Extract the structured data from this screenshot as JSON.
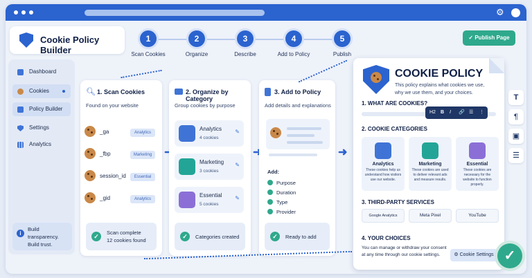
{
  "app": {
    "title": "Cookie Policy Builder"
  },
  "steps": [
    {
      "num": "1",
      "label": "Scan Cookies"
    },
    {
      "num": "2",
      "label": "Organize"
    },
    {
      "num": "3",
      "label": "Describe"
    },
    {
      "num": "4",
      "label": "Add to Policy"
    },
    {
      "num": "5",
      "label": "Publish"
    }
  ],
  "publish_label": "Publish Page",
  "sidebar": {
    "items": [
      {
        "label": "Dashboard"
      },
      {
        "label": "Cookies"
      },
      {
        "label": "Policy Builder"
      },
      {
        "label": "Settings"
      },
      {
        "label": "Analytics"
      }
    ],
    "tip_line1": "Build transparency.",
    "tip_line2": "Build trust."
  },
  "scan": {
    "title": "1. Scan Cookies",
    "subtitle": "Found on your website",
    "cookies": [
      {
        "name": "_ga",
        "tag": "Analytics"
      },
      {
        "name": "_fbp",
        "tag": "Marketing"
      },
      {
        "name": "session_id",
        "tag": "Essential"
      },
      {
        "name": "_gid",
        "tag": "Analytics"
      }
    ],
    "footer_line1": "Scan complete",
    "footer_line2": "12 cookies found"
  },
  "organize": {
    "title": "2. Organize by Category",
    "subtitle": "Group cookies by purpose",
    "categories": [
      {
        "name": "Analytics",
        "count": "4 cookies",
        "color": "#3f74d6"
      },
      {
        "name": "Marketing",
        "count": "3 cookies",
        "color": "#22a596"
      },
      {
        "name": "Essential",
        "count": "5 cookies",
        "color": "#8b6fd6"
      }
    ],
    "footer": "Categories created"
  },
  "add": {
    "title": "3. Add to Policy",
    "subtitle": "Add details and explanations",
    "list_title": "Add:",
    "items": [
      "Purpose",
      "Duration",
      "Type",
      "Provider"
    ],
    "footer": "Ready to add"
  },
  "policy": {
    "title": "COOKIE POLICY",
    "intro": "This policy explains what cookies we use, why we use them, and your choices.",
    "sections": {
      "what": "1. WHAT ARE COOKIES?",
      "categories": "2. COOKIE CATEGORIES",
      "third": "3. THIRD-PARTY SERVICES",
      "choices": "4. YOUR CHOICES"
    },
    "categories": [
      {
        "name": "Analytics",
        "desc": "These cookies help us understand how visitors use our website.",
        "color": "#3f74d6"
      },
      {
        "name": "Marketing",
        "desc": "These cookies are used to deliver relevant ads and measure results.",
        "color": "#22a596"
      },
      {
        "name": "Essential",
        "desc": "These cookies are necessary for the website to function properly.",
        "color": "#8b6fd6"
      }
    ],
    "services": [
      "Google Analytics",
      "Meta Pixel",
      "YouTube"
    ],
    "choices_text": "You can manage or withdraw your consent at any time through our cookie settings.",
    "settings_label": "Cookie Settings"
  },
  "toolbar": [
    "H2",
    "B",
    "I",
    "🔗",
    "☰",
    "⋮"
  ],
  "right_tools": [
    "T",
    "¶",
    "▣",
    "☰"
  ]
}
